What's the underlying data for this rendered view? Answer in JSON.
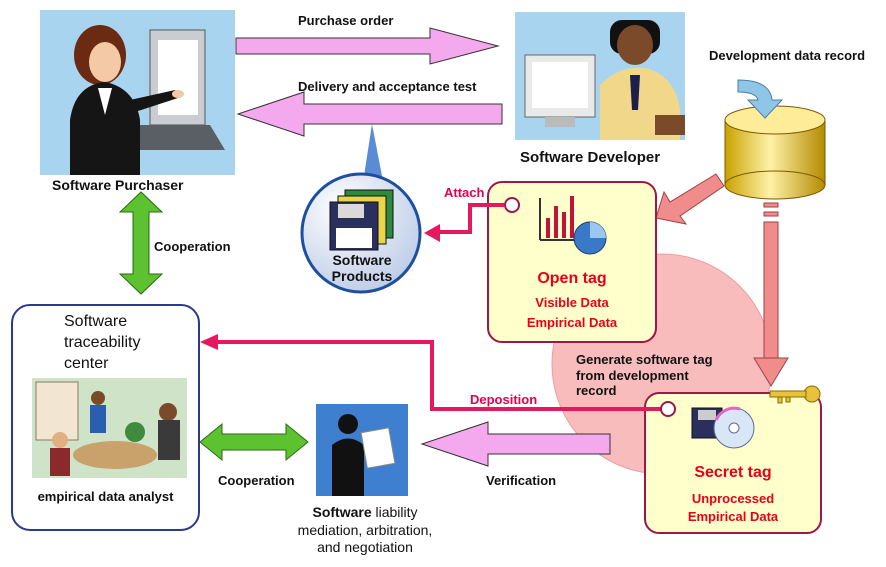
{
  "arrows": {
    "purchase_order": "Purchase order",
    "delivery": "Delivery and acceptance test",
    "attach": "Attach",
    "deposition": "Deposition",
    "verification": "Verification",
    "cooperation_top": "Cooperation",
    "cooperation_bottom": "Cooperation"
  },
  "nodes": {
    "purchaser": "Software Purchaser",
    "developer": "Software Developer",
    "dev_record": "Development data record",
    "products_line1": "Software",
    "products_line2": "Products",
    "generate_line1": "Generate software tag",
    "generate_line2": "from development",
    "generate_line3": "record"
  },
  "open_tag": {
    "title": "Open tag",
    "line1": "Visible Data",
    "line2": "Empirical Data"
  },
  "secret_tag": {
    "title": "Secret tag",
    "line1": "Unprocessed",
    "line2": "Empirical Data"
  },
  "center": {
    "line1": "Software",
    "line2": "traceability",
    "line3": "center",
    "analyst": "empirical data analyst"
  },
  "liability": {
    "bold": "Software",
    "line1_rest": " liability",
    "line2": "mediation, arbitration,",
    "line3": "and negotiation"
  },
  "colors": {
    "pink_arrow": "#f4a8ee",
    "red_line": "#e6195e",
    "green_arrow": "#5cc22f",
    "tag_fill": "#ffffcc",
    "tag_border": "#a0154a",
    "circle_fill": "#f8bcbc",
    "salmon_arrow": "#f08c8c"
  }
}
